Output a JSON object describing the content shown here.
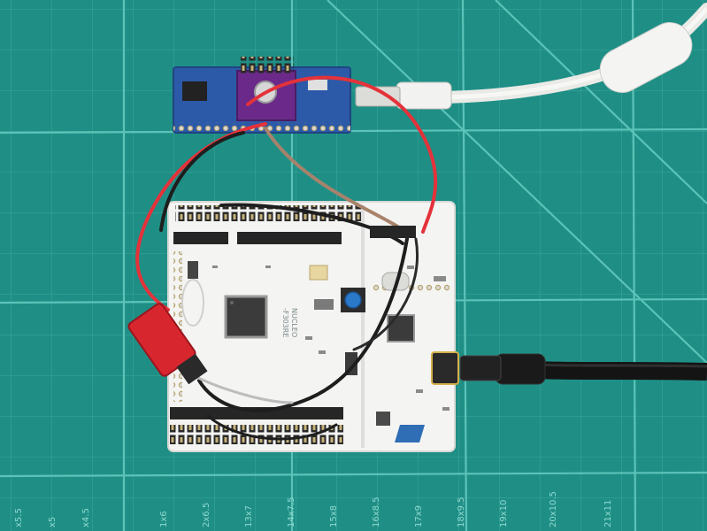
{
  "scene": {
    "colors": {
      "cutting_mat": "#1f8f86",
      "mat_grid": "#5cc3b8",
      "nucleo_board": "#f4f4f2",
      "sensor_board": "#2c5aa8",
      "breakout_board": "#6b2a8a",
      "wire_red": "#e4323a",
      "wire_black": "#1e1e1e",
      "wire_brown": "#a8826a",
      "usb_white": "#f2f2f0",
      "usb_black": "#141414",
      "user_button": "#2a78c8"
    },
    "board": {
      "model_lines": [
        "NUCLEO",
        "-F303RE"
      ]
    },
    "mat_scale_labels": [
      "x5.5",
      "x5",
      "x4.5",
      "1x6",
      "2x6.5",
      "13x7",
      "14x7.5",
      "15x8",
      "16x8.5",
      "17x9",
      "18x9.5",
      "19x10",
      "20x10.5",
      "21x11"
    ]
  }
}
